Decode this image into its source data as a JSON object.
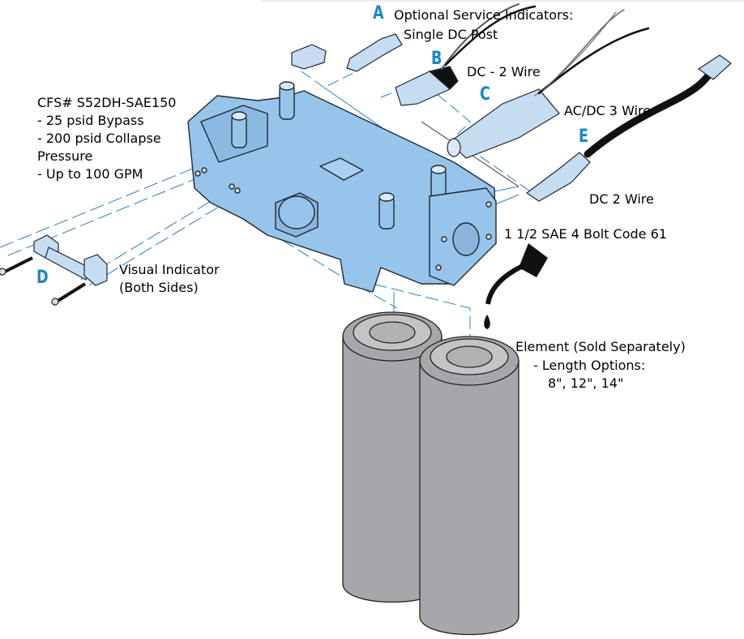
{
  "colors": {
    "housing": "#97c4ea",
    "part": "#c5dcf1",
    "outline": "#1f2a33",
    "leader": "#2b7fc0",
    "letter": "#1c86c8",
    "element": "#a6a7aa",
    "element_dark": "#8d8e91",
    "cable": "#111111"
  },
  "callouts": {
    "a": "A",
    "b": "B",
    "c": "C",
    "d": "D",
    "e": "E"
  },
  "labels": {
    "optional_title": "Optional Service Indicators:",
    "single_dc_post": "Single DC Post",
    "dc_2_wire_b": "DC - 2 Wire",
    "acdc_3_wire": "AC/DC 3 Wire",
    "dc_2_wire_e": "DC 2 Wire",
    "sae_code": "1 1/2 SAE 4 Bolt Code 61",
    "visual_indicator": "Visual Indicator",
    "both_sides": "(Both Sides)",
    "element_title": "Element (Sold Separately)",
    "length_options": "- Length Options:",
    "length_values": "8\", 12\", 14\""
  },
  "specs": {
    "part_number": "CFS# S52DH-SAE150",
    "bypass": "- 25 psid Bypass",
    "collapse_1": "- 200 psid Collapse",
    "collapse_2": "Pressure",
    "flow": "- Up to 100 GPM"
  }
}
